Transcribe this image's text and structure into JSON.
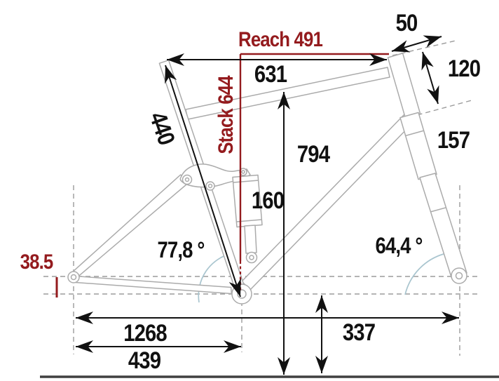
{
  "colors": {
    "accent_red": "#941b1e",
    "measure_black": "#111111",
    "frame_gray": "#ababab",
    "dash_gray": "#9b9b9b",
    "arc_blue": "#a9c5cf",
    "ground_gray": "#404040",
    "background": "#ffffff"
  },
  "measurements": {
    "reach": "Reach 491",
    "stack": "Stack 644",
    "top_tube_horizontal": "631",
    "seat_tube_length": "440",
    "standover_height": "794",
    "shock_travel": "160",
    "stem_length": "50",
    "head_tube_length": "120",
    "fork_lower_length": "157",
    "seat_tube_angle": "77,8 °",
    "head_tube_angle": "64,4 °",
    "bb_drop": "38.5",
    "wheelbase": "1268",
    "chainstay_length": "439",
    "bb_height": "337"
  }
}
